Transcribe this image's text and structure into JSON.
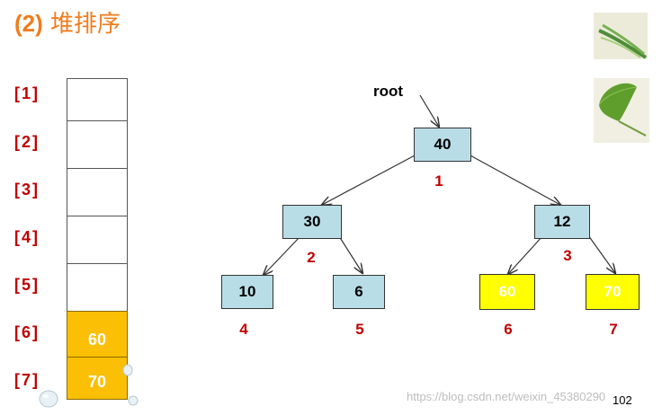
{
  "title": {
    "num": "(2)",
    "text": "堆排序"
  },
  "array": [
    {
      "label": "[1]",
      "value": ""
    },
    {
      "label": "[2]",
      "value": ""
    },
    {
      "label": "[3]",
      "value": ""
    },
    {
      "label": "[4]",
      "value": ""
    },
    {
      "label": "[5]",
      "value": ""
    },
    {
      "label": "[6]",
      "value": "60"
    },
    {
      "label": "[7]",
      "value": "70"
    }
  ],
  "tree": {
    "root_label": "root",
    "nodes": [
      {
        "value": "40",
        "index": "1"
      },
      {
        "value": "30",
        "index": "2"
      },
      {
        "value": "12",
        "index": "3"
      },
      {
        "value": "10",
        "index": "4"
      },
      {
        "value": "6",
        "index": "5"
      },
      {
        "value": "60",
        "index": "6"
      },
      {
        "value": "70",
        "index": "7"
      }
    ]
  },
  "colors": {
    "node_fill": "#b9dde6",
    "sorted_fill": "#ffff00",
    "array_sorted_fill": "#fbbf05",
    "index_color": "#c00000",
    "title_color": "#f07c1e"
  },
  "watermark": "https://blog.csdn.net/weixin_45380290",
  "page_number": "102"
}
